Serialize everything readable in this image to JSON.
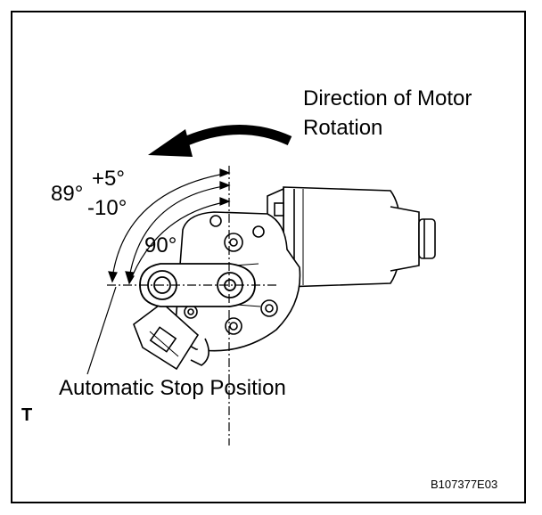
{
  "labels": {
    "direction_line1": "Direction of Motor",
    "direction_line2": "Rotation",
    "angle_main": "89°",
    "angle_plus": "+5°",
    "angle_minus": "-10°",
    "angle_90": "90°",
    "stop_position": "Automatic Stop Position",
    "corner_letter": "T",
    "figure_code": "B107377E03"
  }
}
